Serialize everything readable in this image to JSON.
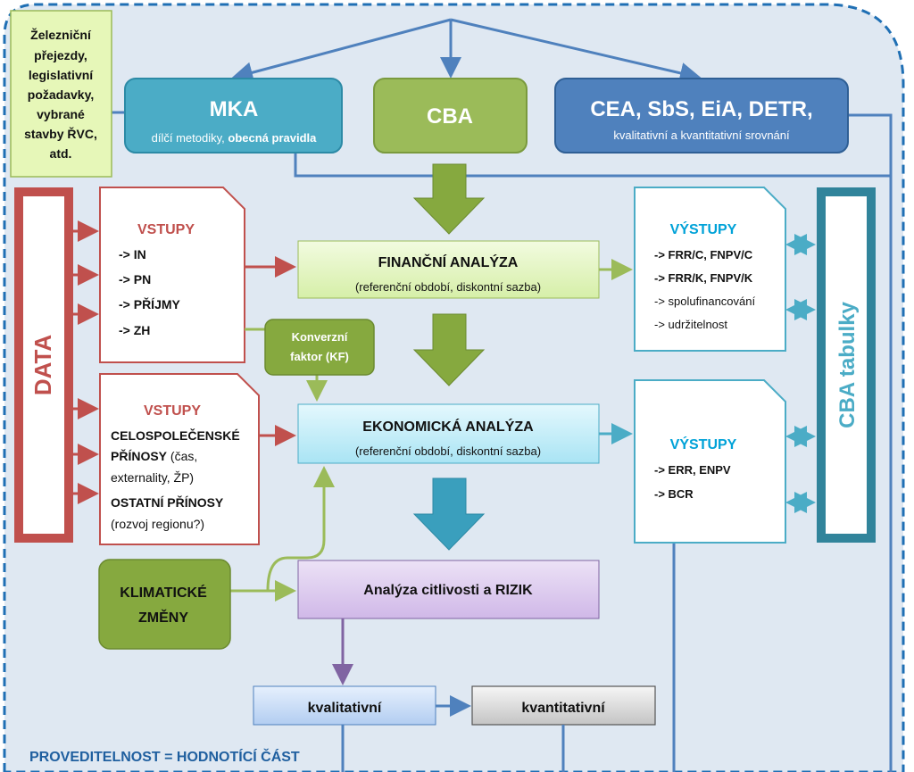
{
  "legislative_note": [
    "Železniční",
    "přejezdy,",
    "legislativní",
    "požadavky,",
    "vybrané",
    "stavby ŘVC,",
    "atd."
  ],
  "mka": {
    "title": "MKA",
    "sub_normal": "dílčí metodiky, ",
    "sub_bold": "obecná pravidla"
  },
  "cba": {
    "title": "CBA"
  },
  "cea": {
    "title": "CEA, SbS, EiA, DETR,",
    "sub": "kvalitativní a kvantitativní srovnání"
  },
  "data_label": "DATA",
  "cba_tables_label": "CBA tabulky",
  "inputs_fin": {
    "title": "VSTUPY",
    "items": [
      "-> IN",
      "-> PN",
      "-> PŘÍJMY",
      "-> ZH"
    ]
  },
  "inputs_eco": {
    "title": "VSTUPY",
    "line1": "CELOSPOLEČENSKÉ",
    "line2a": "PŘÍNOSY",
    "line2b": " (čas,",
    "line3": "externality, ŽP)",
    "line4": "OSTATNÍ PŘÍNOSY",
    "line5": "(rozvoj regionu?)"
  },
  "conversion": {
    "line1": "Konverzní",
    "line2": "faktor (KF)"
  },
  "fin_analysis": {
    "title": "FINANČNÍ ANALÝZA",
    "sub": "(referenční období, diskontní sazba)"
  },
  "eco_analysis": {
    "title": "EKONOMICKÁ ANALÝZA",
    "sub": "(referenční období, diskontní sazba)"
  },
  "outputs_fin": {
    "title": "VÝSTUPY",
    "items": [
      "-> FRR/C, FNPV/C",
      "-> FRR/K, FNPV/K",
      "-> spolufinancování",
      "-> udržitelnost"
    ]
  },
  "outputs_eco": {
    "title": "VÝSTUPY",
    "items": [
      "-> ERR, ENPV",
      "-> BCR"
    ]
  },
  "climate": {
    "line1": "KLIMATICKÉ",
    "line2": "ZMĚNY"
  },
  "sensitivity": {
    "title": "Analýza citlivosti a RIZIK"
  },
  "qualitative": "kvalitativní",
  "quantitative": "kvantitativní",
  "feasibility": "PROVEDITELNOST = HODNOTÍCÍ ČÁST",
  "colors": {
    "red": "#c0504d",
    "green": "#9bbb59",
    "blue": "#4f81bd",
    "teal": "#4bacc6",
    "purple": "#8064a2",
    "dark_blue": "#1f5f9f"
  }
}
